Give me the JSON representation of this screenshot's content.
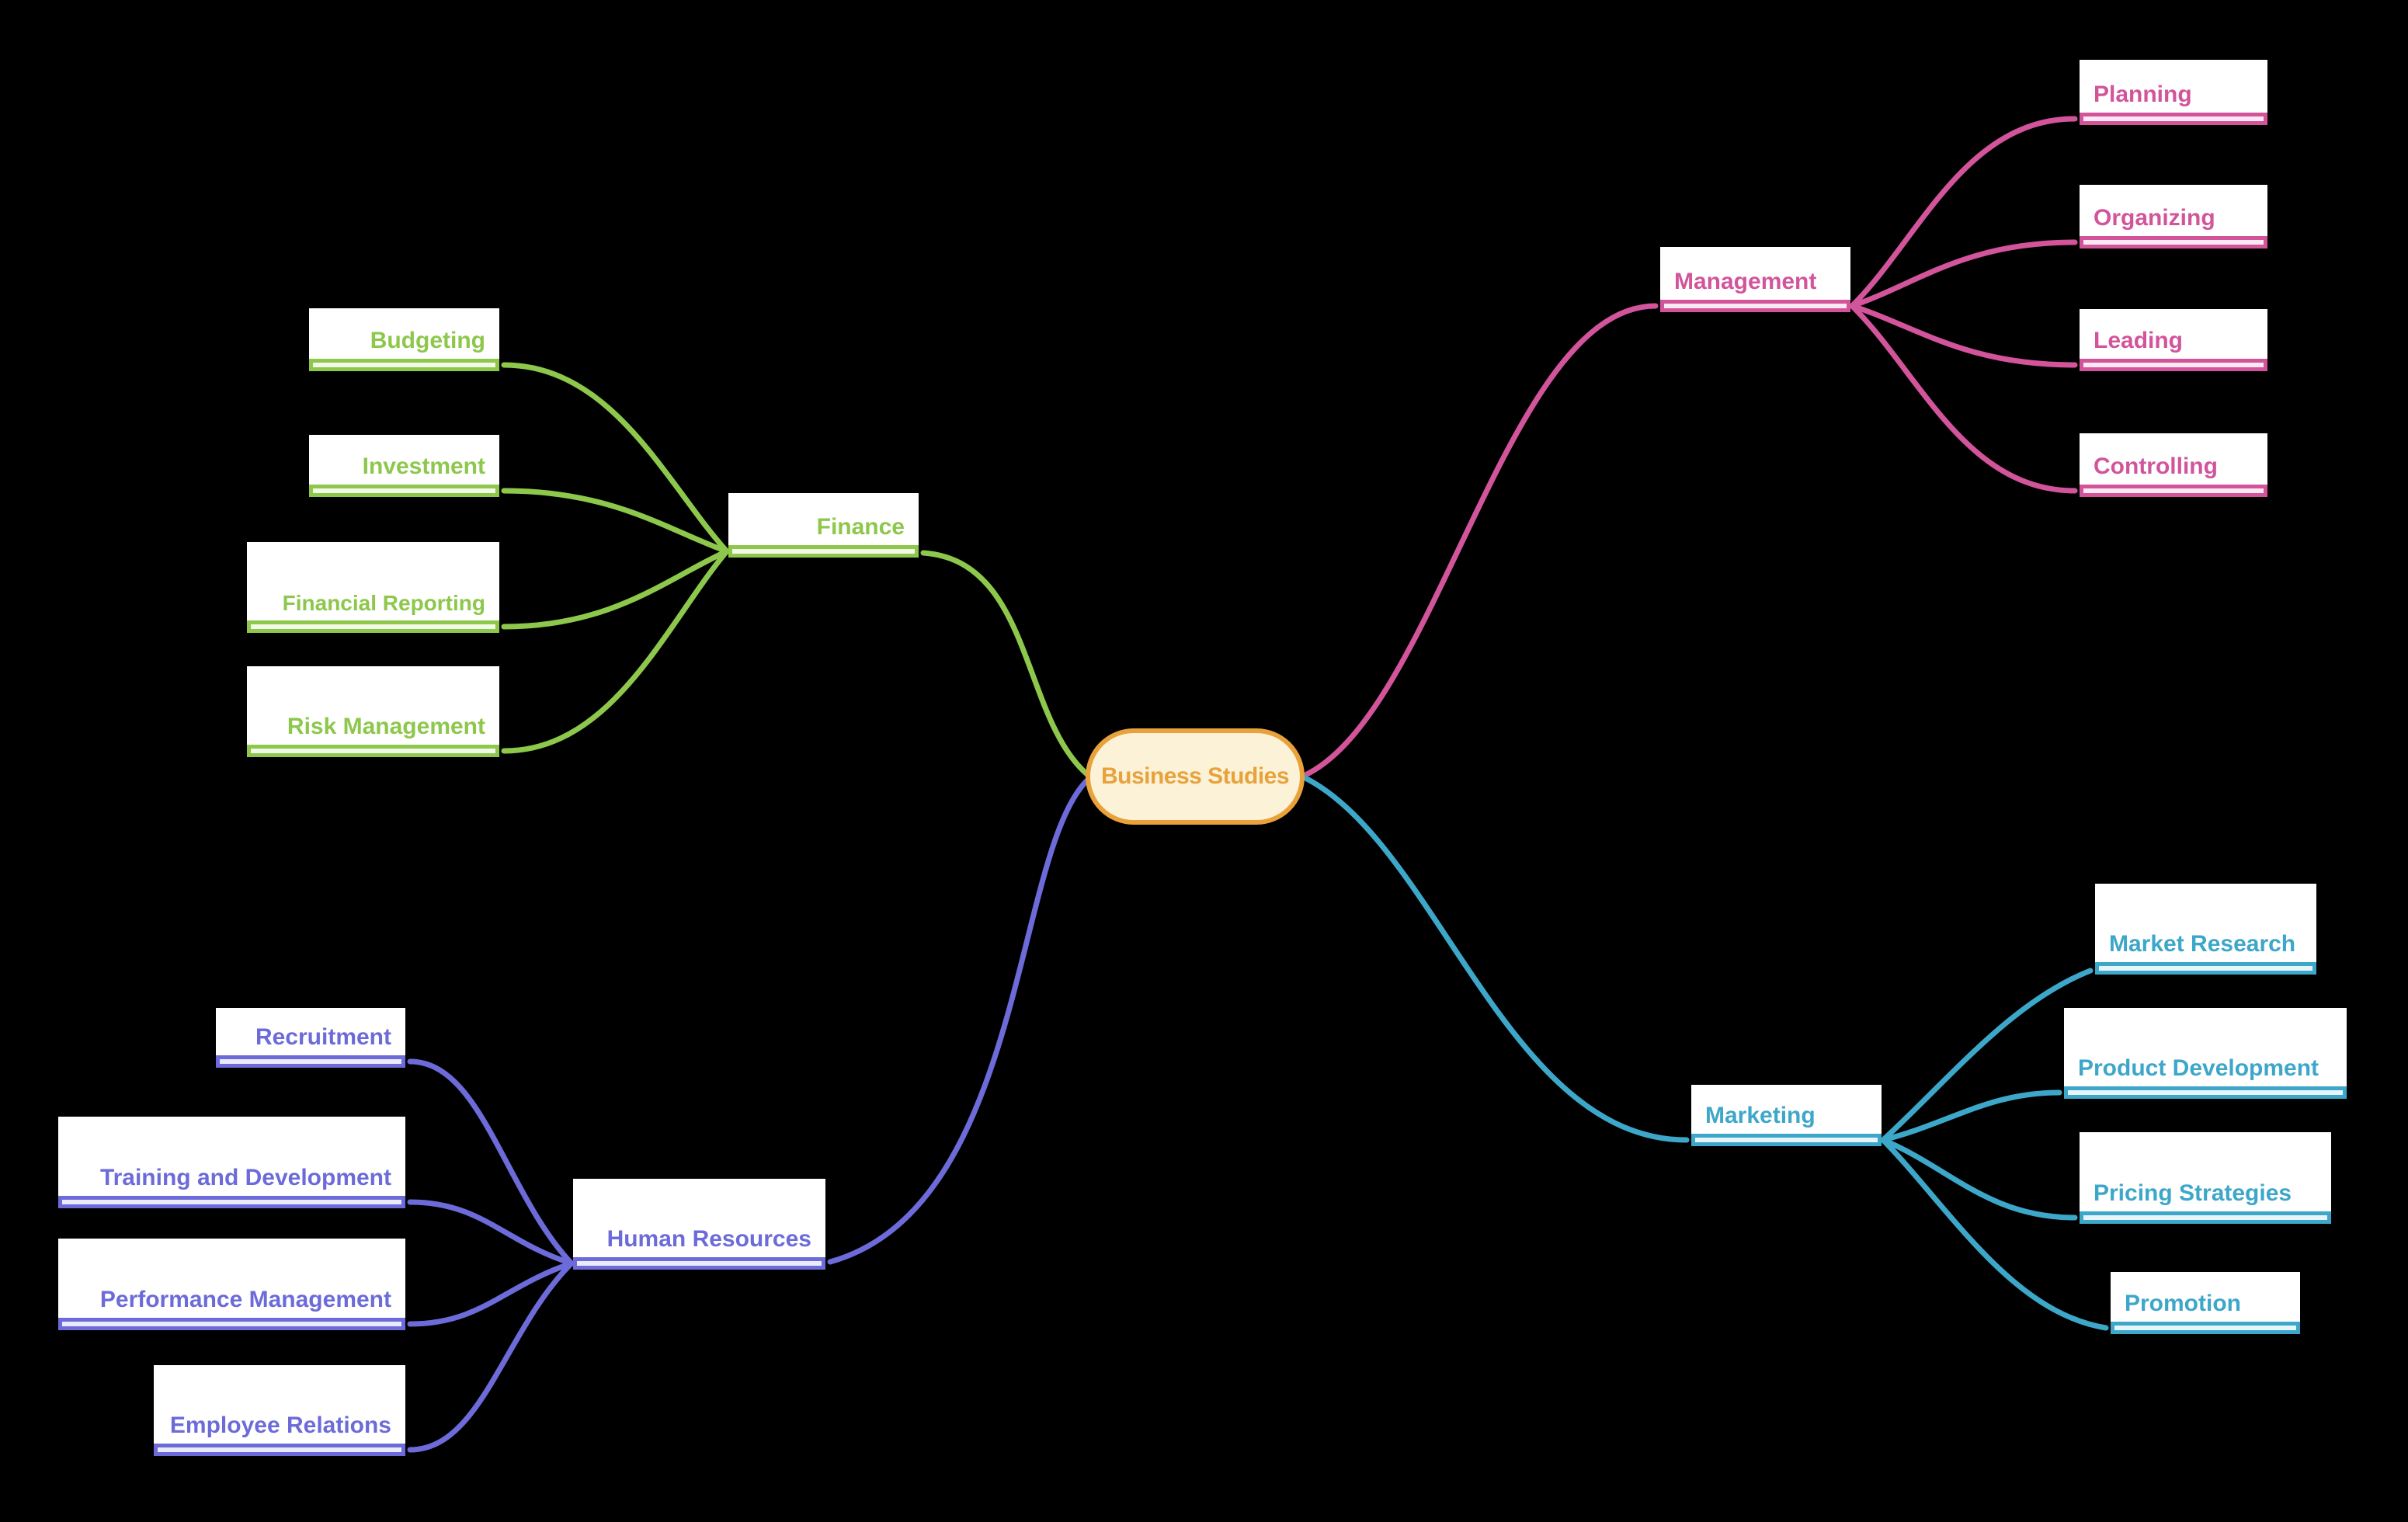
{
  "page": {
    "type": "mindmap-diagram",
    "background_color": "#000000"
  },
  "mindmap": {
    "root": {
      "label": "Business Studies",
      "fill_color": "#FBF2D8",
      "border_color": "#E9A23B",
      "text_color": "#E8A23C"
    },
    "branches": [
      {
        "label": "Management",
        "color": "#D2549B",
        "underline_fill": "#FBE8F3",
        "side": "right",
        "children": [
          {
            "label": "Planning"
          },
          {
            "label": "Organizing"
          },
          {
            "label": "Leading"
          },
          {
            "label": "Controlling"
          }
        ]
      },
      {
        "label": "Finance",
        "color": "#8DC74B",
        "underline_fill": "#F2F9E7",
        "side": "left",
        "children": [
          {
            "label": "Budgeting"
          },
          {
            "label": "Investment"
          },
          {
            "label": "Financial Reporting"
          },
          {
            "label": "Risk Management"
          }
        ]
      },
      {
        "label": "Human Resources",
        "color": "#6C6BD9",
        "underline_fill": "#EAEAFB",
        "side": "left",
        "children": [
          {
            "label": "Recruitment"
          },
          {
            "label": "Training and Development"
          },
          {
            "label": "Performance Management"
          },
          {
            "label": "Employee Relations"
          }
        ]
      },
      {
        "label": "Marketing",
        "color": "#3DA7C9",
        "underline_fill": "#E7F4FA",
        "side": "right",
        "children": [
          {
            "label": "Market Research"
          },
          {
            "label": "Product Development"
          },
          {
            "label": "Pricing Strategies"
          },
          {
            "label": "Promotion"
          }
        ]
      }
    ]
  }
}
